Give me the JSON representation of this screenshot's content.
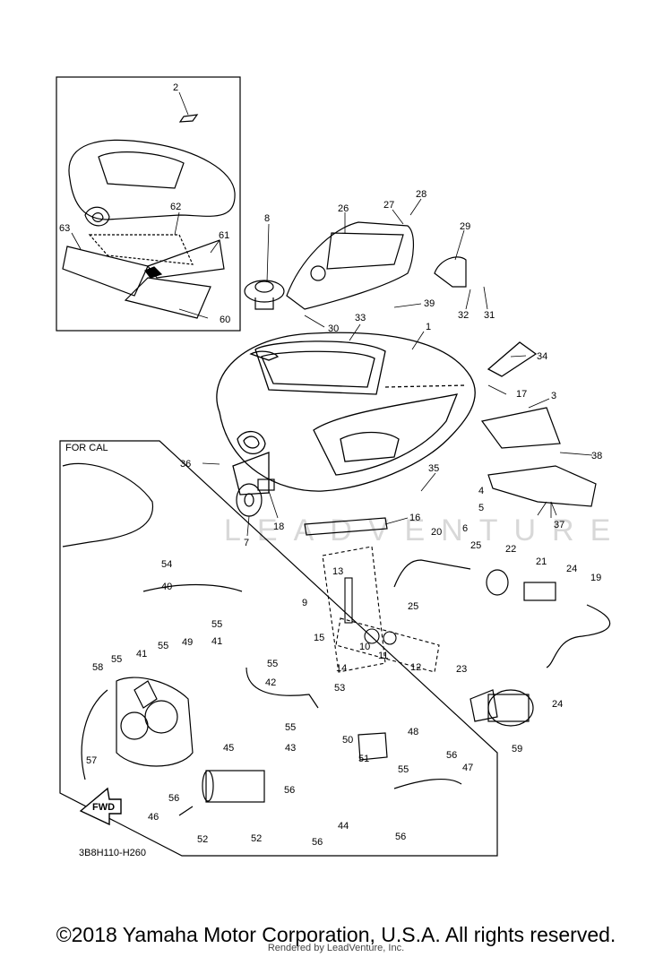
{
  "diagram_code": "3B8H110-H260",
  "inset_label": "FOR CAL",
  "direction_arrow": "FWD",
  "watermark": "LEADVENTURE",
  "footer": {
    "copyright": "©2018 Yamaha Motor Corporation, U.S.A. All rights reserved.",
    "rendered_by": "Rendered by LeadVenture, Inc."
  },
  "callouts": {
    "c1": "1",
    "c2": "2",
    "c3": "3",
    "c4": "4",
    "c5": "5",
    "c6": "6",
    "c7": "7",
    "c8": "8",
    "c9": "9",
    "c10": "10",
    "c11": "11",
    "c12": "12",
    "c13": "13",
    "c14": "14",
    "c15": "15",
    "c16": "16",
    "c17": "17",
    "c18": "18",
    "c19": "19",
    "c20": "20",
    "c21": "21",
    "c22": "22",
    "c23": "23",
    "c24a": "24",
    "c24b": "24",
    "c25a": "25",
    "c25b": "25",
    "c26": "26",
    "c27": "27",
    "c28": "28",
    "c29": "29",
    "c30": "30",
    "c31": "31",
    "c32": "32",
    "c33": "33",
    "c34": "34",
    "c35": "35",
    "c36": "36",
    "c37": "37",
    "c38": "38",
    "c39": "39",
    "c40": "40",
    "c41a": "41",
    "c41b": "41",
    "c42": "42",
    "c43": "43",
    "c44": "44",
    "c45": "45",
    "c46": "46",
    "c47": "47",
    "c48": "48",
    "c49": "49",
    "c50": "50",
    "c51": "51",
    "c52a": "52",
    "c52b": "52",
    "c53": "53",
    "c54": "54",
    "c55a": "55",
    "c55b": "55",
    "c55c": "55",
    "c55d": "55",
    "c55e": "55",
    "c55f": "55",
    "c56a": "56",
    "c56b": "56",
    "c56c": "56",
    "c56d": "56",
    "c56e": "56",
    "c57": "57",
    "c58": "58",
    "c59": "59",
    "c60": "60",
    "c61": "61",
    "c62": "62",
    "c63": "63"
  }
}
